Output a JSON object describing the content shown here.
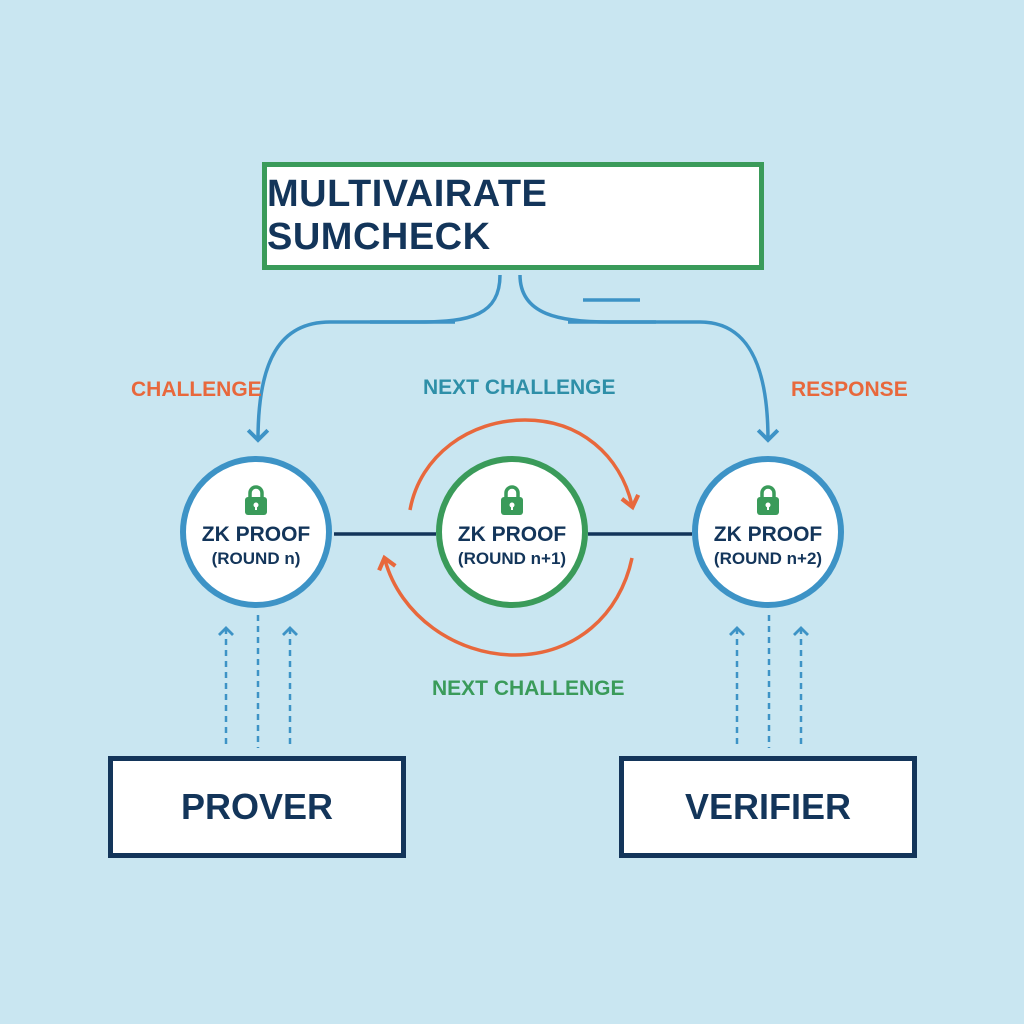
{
  "title": "MULTIVAIRATE SUMCHECK",
  "labels": {
    "challenge": "CHALLENGE",
    "next_challenge_top": "NEXT CHALLENGE",
    "response": "RESPONSE",
    "next_challenge_bottom": "NEXT CHALLENGE"
  },
  "nodes": [
    {
      "title": "ZK PROOF",
      "sub": "(ROUND n)"
    },
    {
      "title": "ZK PROOF",
      "sub": "(ROUND n+1)"
    },
    {
      "title": "ZK PROOF",
      "sub": "(ROUND n+2)"
    }
  ],
  "parties": {
    "prover": "PROVER",
    "verifier": "VERIFIER"
  },
  "colors": {
    "background": "#c9e6f1",
    "navy": "#13355a",
    "blue": "#3d93c6",
    "green": "#3a9b5a",
    "orange": "#e8683c"
  },
  "icons": [
    "lock-icon",
    "arrow-icon"
  ]
}
